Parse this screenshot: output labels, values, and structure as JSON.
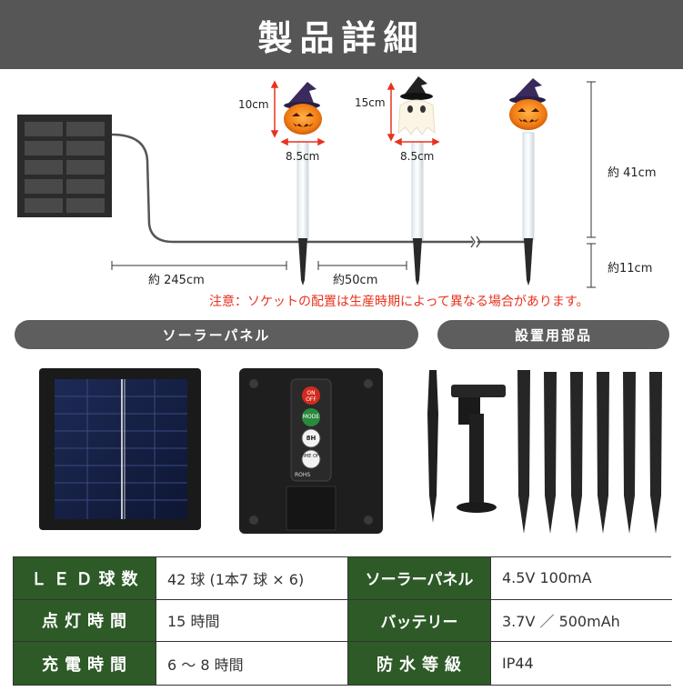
{
  "header": {
    "title": "製品詳細"
  },
  "diagram": {
    "pumpkin1_height": "10cm",
    "pumpkin1_width": "8.5cm",
    "ghost_height": "15cm",
    "ghost_width": "8.5cm",
    "stake_height": "約 41cm",
    "ground_height": "約11cm",
    "cable_length": "約 245cm",
    "spacing": "約50cm"
  },
  "notice": "注意：ソケットの配置は生産時期によって異なる場合があります。",
  "sections": {
    "solar_panel": "ソーラーパネル",
    "parts": "設置用部品"
  },
  "control_box": {
    "buttons": [
      "ON OFF",
      "MODE",
      "8H",
      "TIME OFF"
    ],
    "footer": "ROHS"
  },
  "spec": [
    {
      "label": "ＬＥＤ球数",
      "value": "42 球 (1本7 球 × 6)",
      "label2": "ソーラーパネル",
      "value2": "4.5V 100mA"
    },
    {
      "label": "点灯時間",
      "value": "15 時間",
      "label2": "バッテリー",
      "value2": "3.7V ／ 500mAh"
    },
    {
      "label": "充電時間",
      "value": "6 〜 8 時間",
      "label2": "防水等級",
      "value2": "IP44"
    }
  ],
  "colors": {
    "header_bg": "#565656",
    "pill_bg": "#5e5e5e",
    "spec_label_bg": "#2d5a27",
    "notice": "#e8321e",
    "dimension_arrow": "#e8321e",
    "pumpkin": "#f07a12"
  }
}
